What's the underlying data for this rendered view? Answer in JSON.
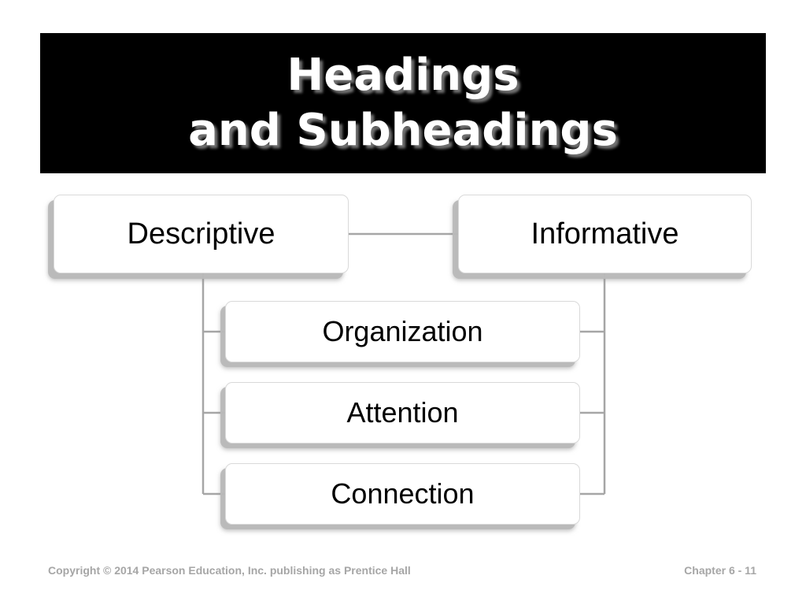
{
  "slide": {
    "title_line1": "Headings",
    "title_line2": "and Subheadings",
    "boxes": {
      "descriptive": "Descriptive",
      "informative": "Informative",
      "organization": "Organization",
      "attention": "Attention",
      "connection": "Connection"
    },
    "footer_left": "Copyright © 2014 Pearson Education, Inc. publishing as Prentice Hall",
    "footer_right": "Chapter 6 - 11"
  },
  "colors": {
    "title_bar": "#000000",
    "title_text": "#ffffff",
    "connector": "#a6a6a6",
    "footer_text": "#a6a6a6"
  }
}
